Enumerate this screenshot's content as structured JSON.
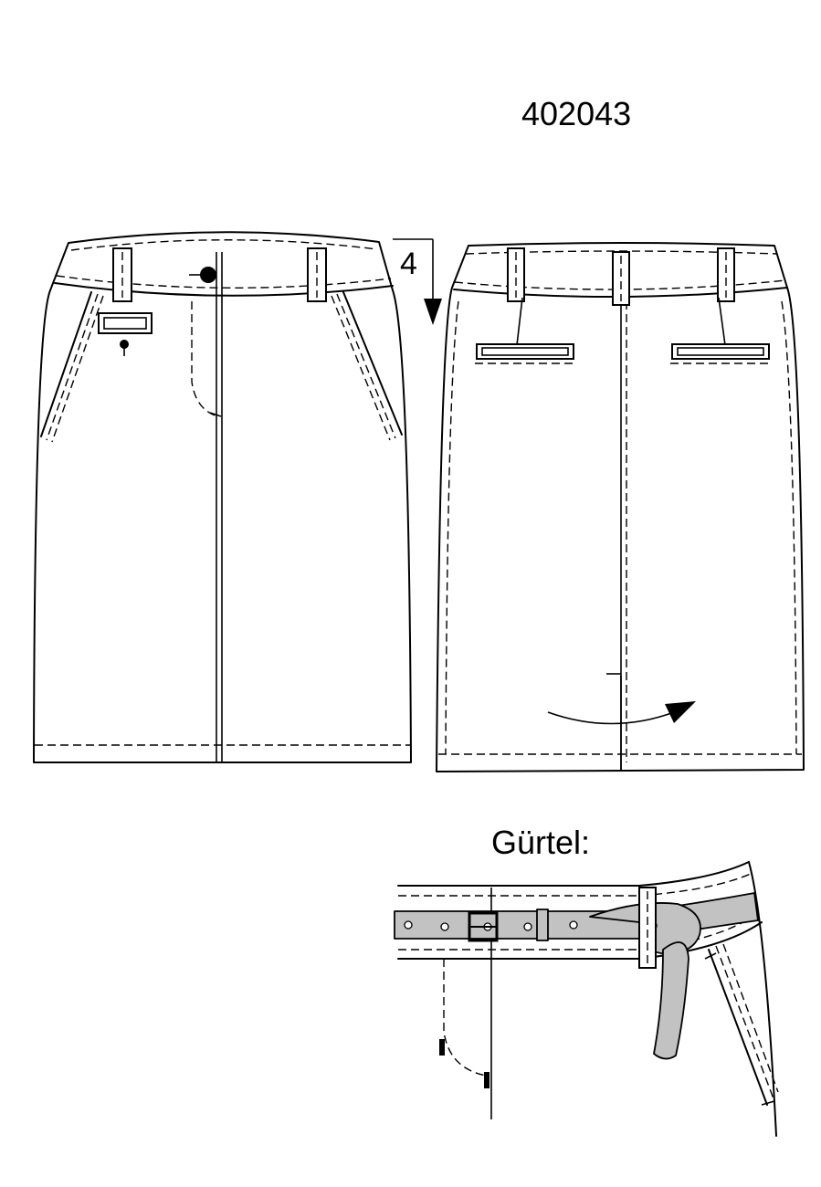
{
  "header": {
    "article_number": "402043"
  },
  "measurement": {
    "value_label": "4"
  },
  "detail": {
    "title": "Gürtel:"
  },
  "colors": {
    "line": "#000000",
    "background": "#ffffff",
    "belt": "#c2c2c2"
  }
}
